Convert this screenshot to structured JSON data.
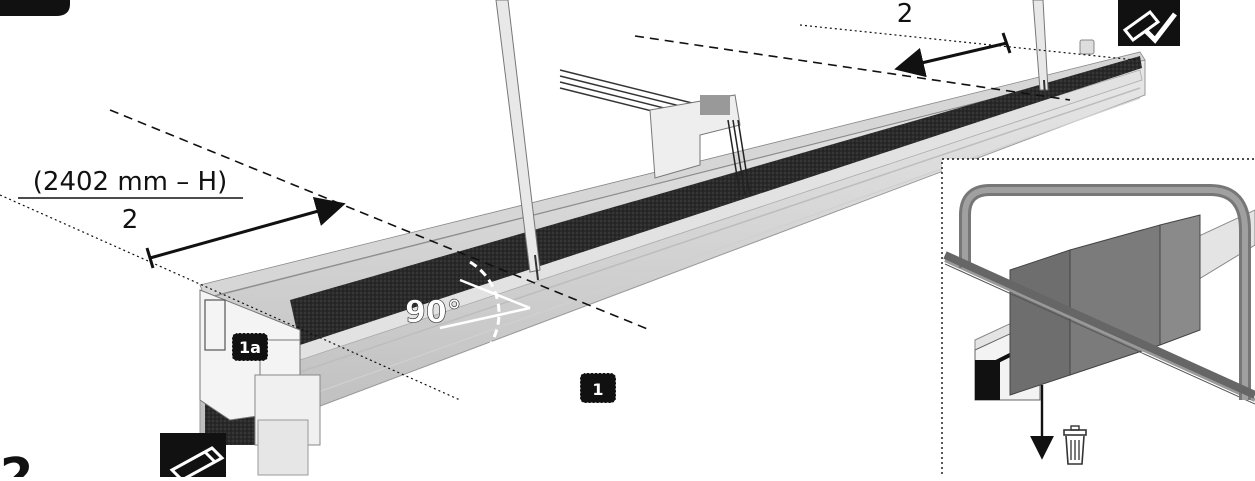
{
  "formula": {
    "numerator": "(2402 mm – H)",
    "denominator": "2",
    "denominator_top": "2"
  },
  "angle_label": "90°",
  "callouts": {
    "part_1": "1",
    "part_1a": "1a"
  },
  "step_number_fragment": "2",
  "icons": {
    "top_right": "cut-check-icon",
    "bottom_left": "tool-pencil-icon",
    "trash": "trash-icon"
  }
}
